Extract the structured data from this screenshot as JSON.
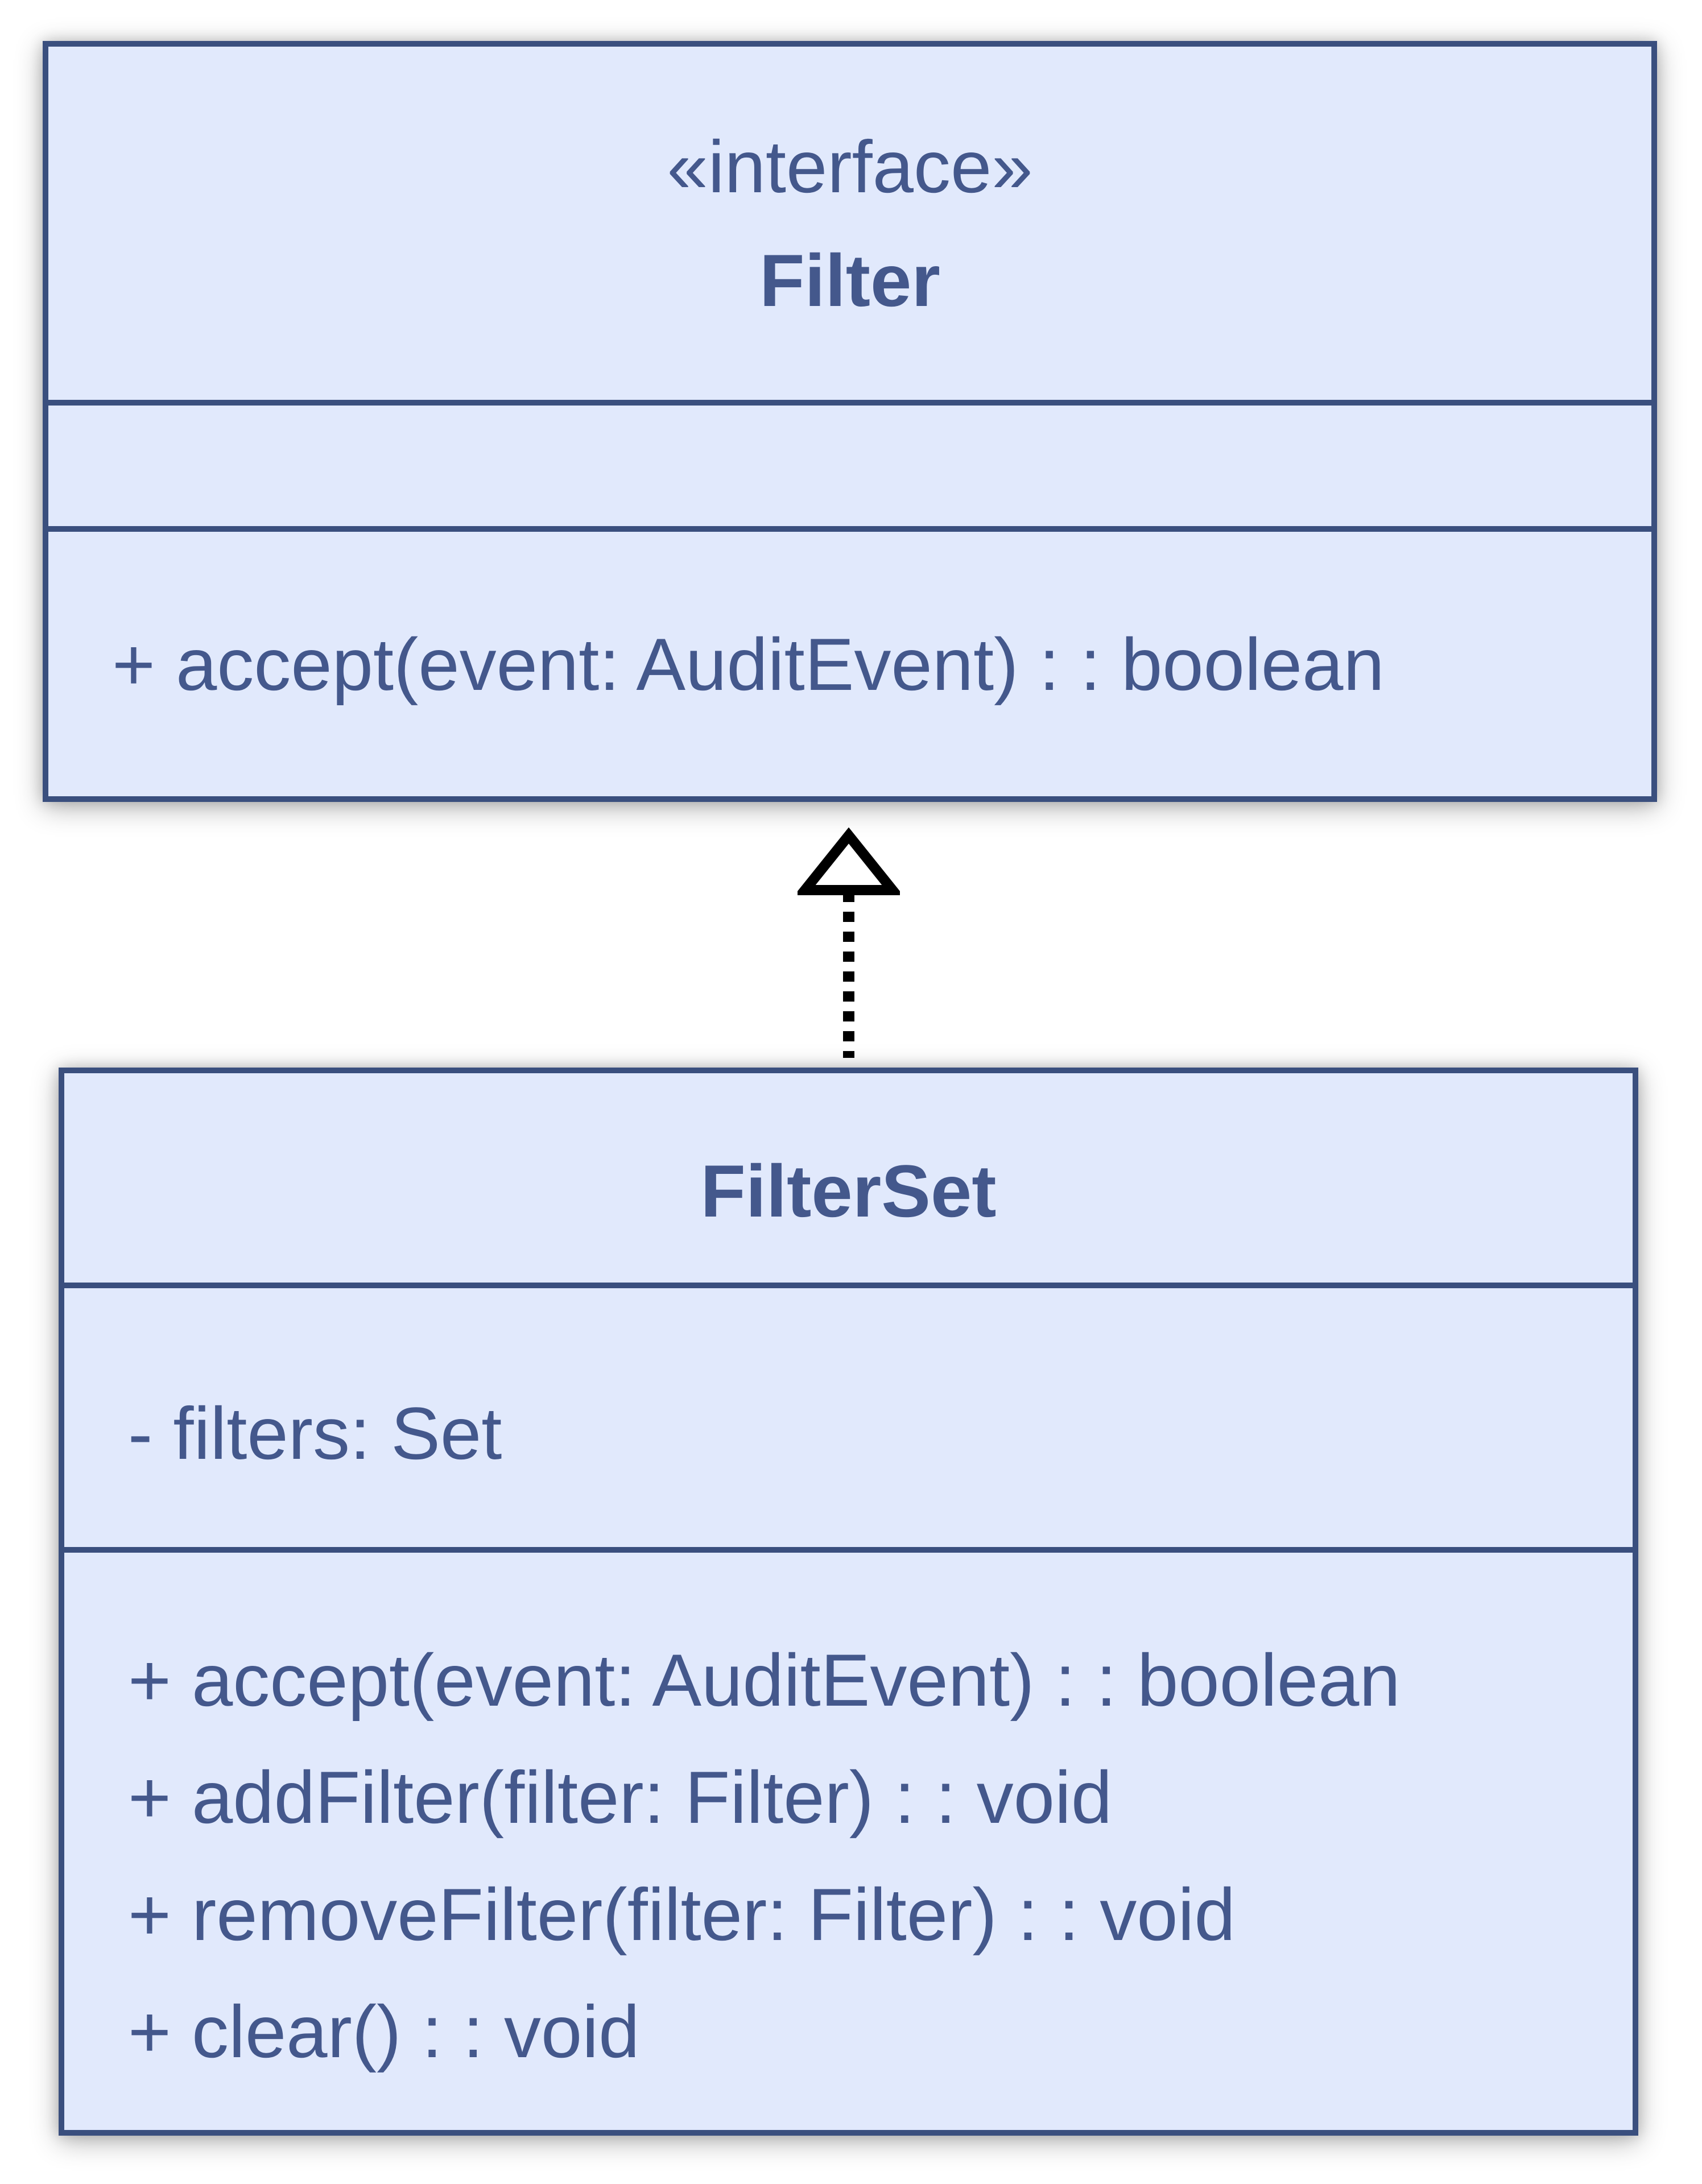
{
  "diagram": {
    "type": "uml-class-diagram",
    "classes": [
      {
        "id": "filter",
        "stereotype": "«interface»",
        "name": "Filter",
        "attributes": [],
        "methods": [
          "+ accept(event: AuditEvent) : : boolean"
        ]
      },
      {
        "id": "filterset",
        "stereotype": "",
        "name": "FilterSet",
        "attributes": [
          "- filters: Set"
        ],
        "methods": [
          "+ accept(event: AuditEvent) : : boolean",
          "+ addFilter(filter: Filter) : : void",
          "+ removeFilter(filter: Filter) : : void",
          "+ clear() : : void"
        ]
      }
    ],
    "relationship": {
      "type": "realization",
      "style": "dashed-line-hollow-triangle",
      "from": "FilterSet",
      "to": "Filter",
      "direction": "up"
    },
    "colors": {
      "box_fill": "#e1e9fc",
      "box_border": "#3a4f7e",
      "text": "#44588c",
      "arrow": "#000000",
      "background": "#ffffff"
    }
  }
}
